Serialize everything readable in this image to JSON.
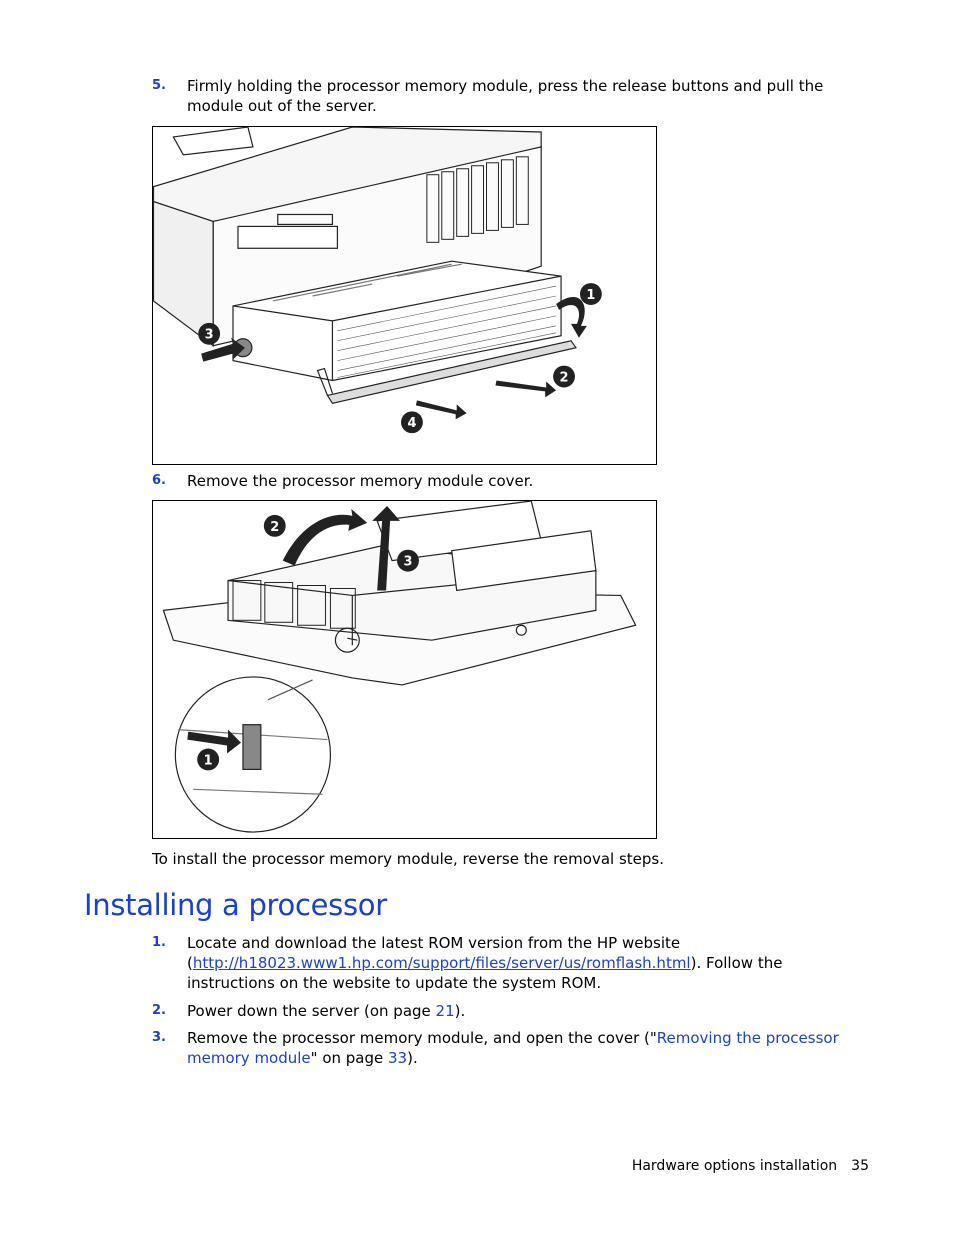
{
  "steps_top": [
    {
      "num": "5.",
      "text": "Firmly holding the processor memory module, press the release buttons and pull the module out of the server."
    }
  ],
  "figure1": {
    "callouts": [
      "1",
      "2",
      "3",
      "4"
    ]
  },
  "step6": {
    "num": "6.",
    "text": "Remove the processor memory module cover."
  },
  "figure2": {
    "callouts": [
      "1",
      "2",
      "3"
    ]
  },
  "reverse_note": "To install the processor memory module, reverse the removal steps.",
  "section_title": "Installing a processor",
  "install_steps": {
    "s1": {
      "num": "1.",
      "pre": "Locate and download the latest ROM version from the HP website (",
      "link": "http://h18023.www1.hp.com/support/files/server/us/romflash.html",
      "post": "). Follow the instructions on the website to update the system ROM."
    },
    "s2": {
      "num": "2.",
      "pre": "Power down the server (on page ",
      "page": "21",
      "post": ")."
    },
    "s3": {
      "num": "3.",
      "pre": "Remove the processor memory module, and open the cover (\"",
      "link": "Removing the processor memory module",
      "mid": "\" on page ",
      "page": "33",
      "post": ")."
    }
  },
  "footer": {
    "section": "Hardware options installation",
    "page": "35"
  },
  "colors": {
    "accent": "#1a3fd1"
  }
}
